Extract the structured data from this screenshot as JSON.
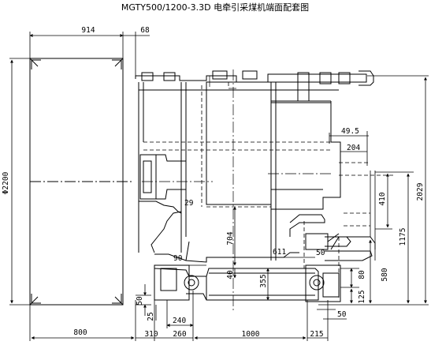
{
  "title": "MGTY500/1200-3.3D 电牵引采煤机端面配套图",
  "dimensions": {
    "d914": "914",
    "d68": "68",
    "dia2200": "Φ2200",
    "d49_5": "49.5",
    "d204": "204",
    "d410": "410",
    "d2029": "2029",
    "d1175": "1175",
    "d580": "580",
    "d29": "29",
    "d704": "704",
    "d611": "611",
    "d50a": "50",
    "d90": "90",
    "d40": "40",
    "d355": "355",
    "d80": "80",
    "d125": "125",
    "d50b": "50",
    "d25": "25",
    "d240": "240",
    "d50c": "50",
    "d800": "800",
    "d310": "310",
    "d260": "260",
    "d1000": "1000",
    "d215": "215"
  }
}
